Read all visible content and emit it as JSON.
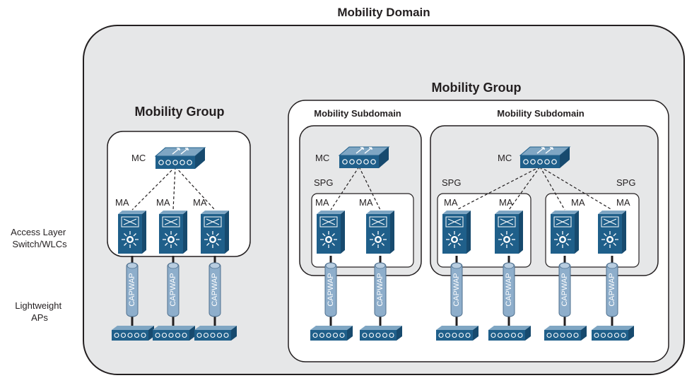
{
  "title": "Mobility Domain",
  "left_group": {
    "title": "Mobility Group"
  },
  "right_group": {
    "title": "Mobility Group"
  },
  "subdomains": {
    "left_title": "Mobility Subdomain",
    "right_title": "Mobility Subdomain"
  },
  "role_labels": {
    "mc": "MC",
    "ma": "MA",
    "spg": "SPG"
  },
  "tunnel_label": "CAPWAP",
  "row_labels": {
    "access_line1": "Access Layer",
    "access_line2": "Switch/WLCs",
    "aps_line1": "Lightweight",
    "aps_line2": "APs"
  },
  "colors": {
    "domain_fill": "#e6e7e8",
    "device_blue": "#1f5f8a",
    "device_light": "#7fa6c3",
    "tunnel_fill": "#8eaecb",
    "border": "#231f20"
  },
  "icons": [
    "controller-icon",
    "switch-icon",
    "access-point-icon",
    "capwap-tunnel-icon"
  ]
}
